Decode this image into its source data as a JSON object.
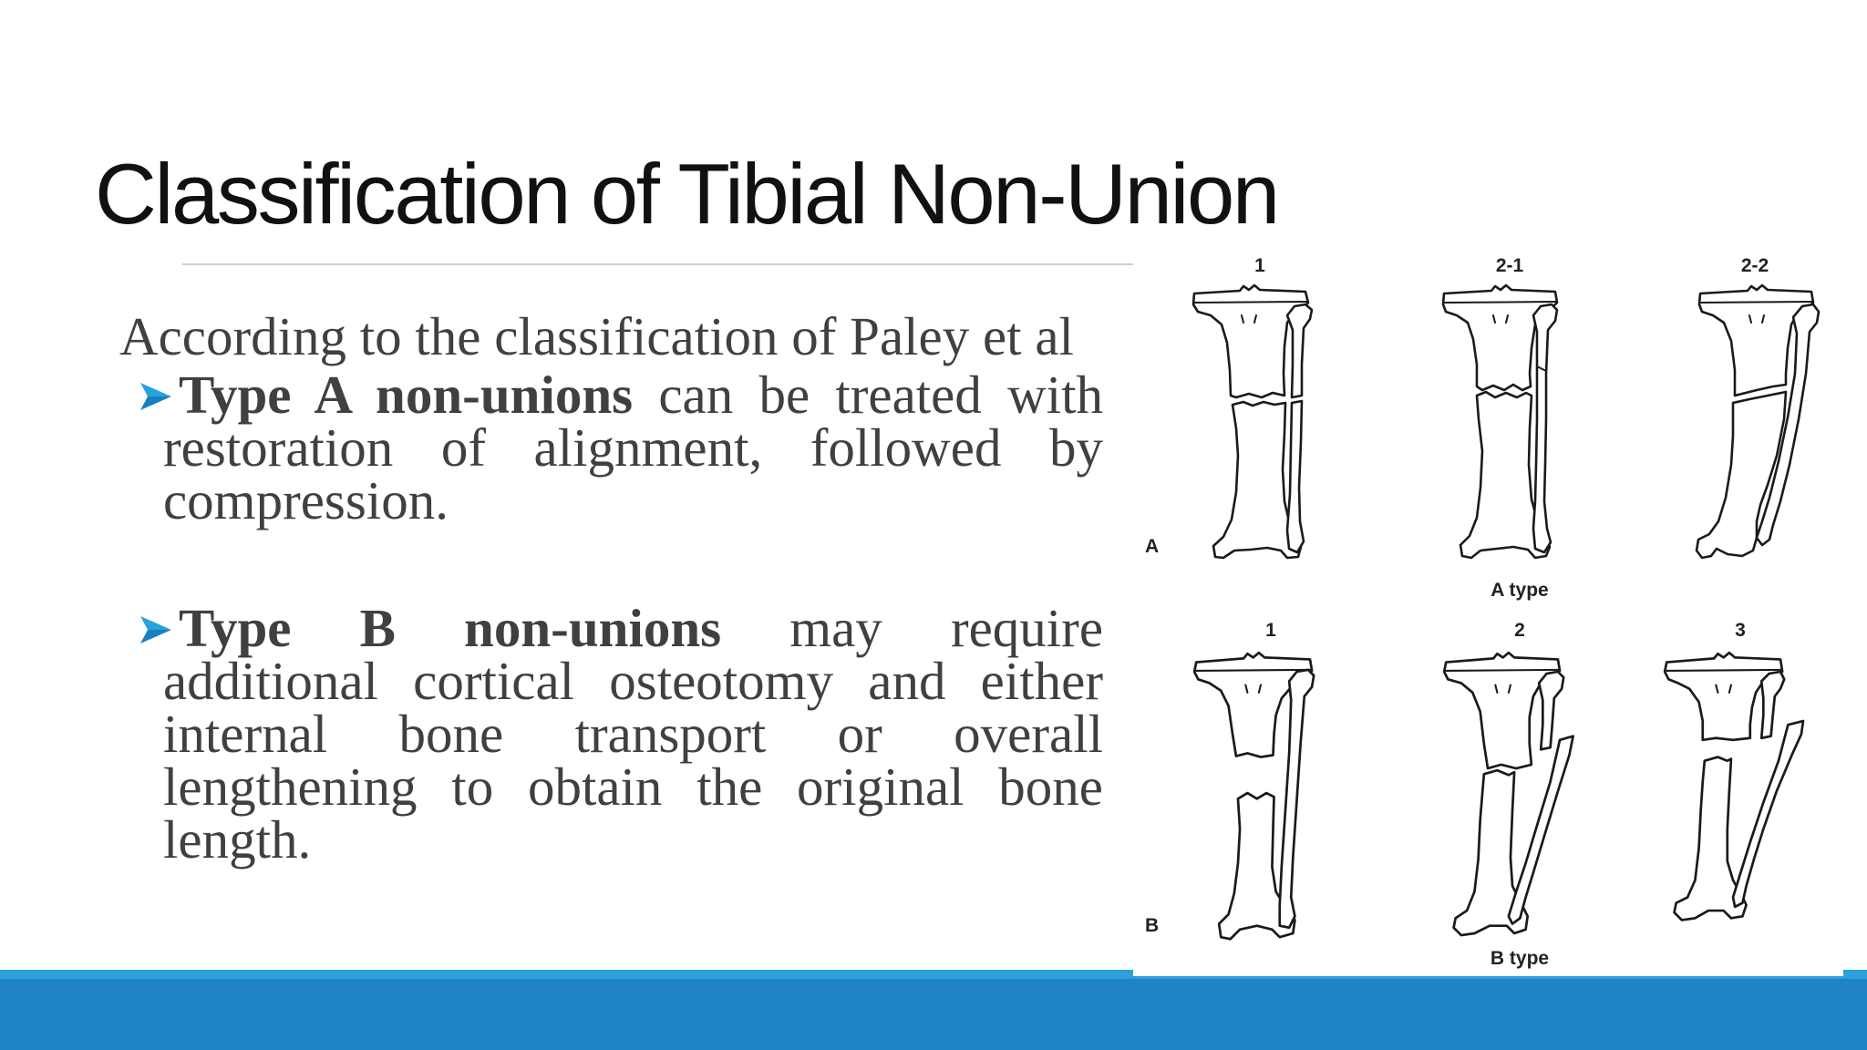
{
  "slide": {
    "title": "Classification of Tibial Non-Union",
    "intro": "According to the classification of Paley et al",
    "bullets": [
      {
        "term": "Type A non-unions",
        "text": "can be treated with restoration of alignment, followed by compression."
      },
      {
        "term": "Type B non-unions",
        "text": "may require additional cortical osteotomy and either internal bone transport or overall lengthening to obtain the original bone length."
      }
    ],
    "bullet_icon": "arrow-bullet-icon"
  },
  "figure": {
    "row_a": {
      "label": "A",
      "caption": "A type",
      "panels": [
        "1",
        "2-1",
        "2-2"
      ]
    },
    "row_b": {
      "label": "B",
      "caption": "B type",
      "panels": [
        "1",
        "2",
        "3"
      ]
    }
  },
  "colors": {
    "title": "#111111",
    "text": "#404040",
    "bullet": "#2aa2dc",
    "footer_stripe": "#2ba0db",
    "footer_bar": "#1f84c6",
    "divider": "#cfcfcf"
  }
}
